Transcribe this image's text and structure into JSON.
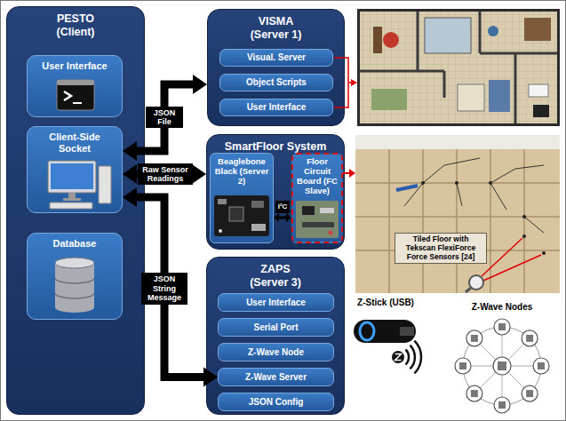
{
  "diagram": {
    "nodes": [
      {
        "text": [
          "PESTO (Client)"
        ]
      },
      {
        "text": [
          "User Interface"
        ],
        "in": 0
      },
      {
        "text": [
          "Client-Side Socket"
        ],
        "in": 0
      },
      {
        "text": [
          "Database"
        ],
        "in": 0
      },
      {
        "text": [
          "VISMA (Server 1)"
        ]
      },
      {
        "text": [
          "Visual. Server"
        ],
        "in": 4
      },
      {
        "text": [
          "Object Scripts"
        ],
        "in": 4
      },
      {
        "text": [
          "User Interface"
        ],
        "in": 4
      },
      {
        "text": [
          "SmartFloor System"
        ]
      },
      {
        "text": [
          "Beaglebone Black (Server 2)"
        ],
        "in": 8
      },
      {
        "text": [
          "Floor Circuit Board (FC Slave)"
        ],
        "in": 8
      },
      {
        "text": [
          "Tiled Floor with Tekscan FlexiForce Force Sensors [24]"
        ]
      },
      {
        "text": [
          "ZAPS (Server 3)"
        ]
      },
      {
        "text": [
          "User Interface"
        ],
        "in": 12
      },
      {
        "text": [
          "Serial Port"
        ],
        "in": 12
      },
      {
        "text": [
          "Z-Wave Node"
        ],
        "in": 12
      },
      {
        "text": [
          "Z-Wave Server"
        ],
        "in": 12
      },
      {
        "text": [
          "JSON Config"
        ],
        "in": 12
      },
      {
        "text": [
          "Z-Stick (USB)"
        ]
      },
      {
        "text": [
          "Z-Wave Nodes"
        ]
      }
    ],
    "edges": [
      {
        "from": 2,
        "to": 4,
        "arrow": "both",
        "label": "JSON File"
      },
      {
        "from": 2,
        "to": 8,
        "arrow": "both",
        "label": "Raw Sensor Readings"
      },
      {
        "from": 2,
        "to": 16,
        "arrow": "both",
        "label": "JSON String Message"
      },
      {
        "from": 9,
        "to": 10,
        "arrow": "both",
        "label": "I²C"
      },
      {
        "from": 10,
        "to": 11,
        "arrow": "to"
      }
    ]
  }
}
